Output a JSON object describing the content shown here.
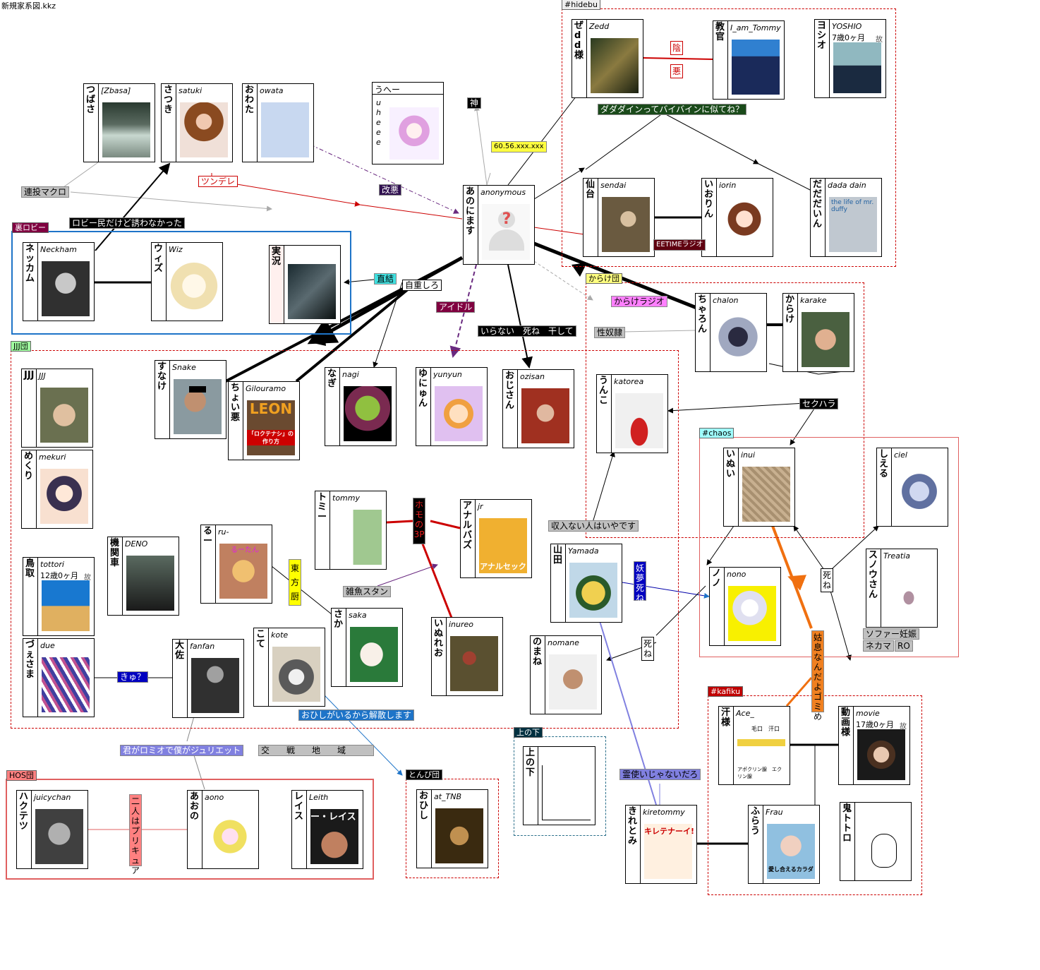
{
  "window_title": "新規家系図.kkz",
  "groups": {
    "hidebu": "#hidebu",
    "ura_lobby": "裏ロビー",
    "jjj": "JJJ団",
    "karake": "からけ団",
    "chaos": "#chaos",
    "kafiku": "#kafiku",
    "hos": "HOS団",
    "tonbi": "とんぴ団",
    "uenoshita": "上の下"
  },
  "nodes": {
    "tsubasa": {
      "name": "つばさ",
      "handle": "[Zbasa]"
    },
    "satsuki": {
      "name": "さつき",
      "handle": "satuki"
    },
    "owata": {
      "name": "おわた",
      "handle": "owata"
    },
    "uhe": {
      "name": "うへー",
      "handle": "uheee"
    },
    "anonymous": {
      "name": "あのにます",
      "handle": "anonymous"
    },
    "zedd": {
      "name": "ぜdd様",
      "handle": "Zedd"
    },
    "kyokan": {
      "name": "教官",
      "handle": "I_am_Tommy"
    },
    "yoshio": {
      "name": "ヨシオ",
      "handle": "YOSHIO",
      "age": "7歳0ヶ月",
      "dead": "故"
    },
    "sendai": {
      "name": "仙台",
      "handle": "sendai"
    },
    "iorin": {
      "name": "いおりん",
      "handle": "iorin"
    },
    "dadadain": {
      "name": "だだだいん",
      "handle": "dada dain"
    },
    "neckham": {
      "name": "ネッカム",
      "handle": "Neckham"
    },
    "wiz": {
      "name": "ウィズ",
      "handle": "Wiz"
    },
    "jikkyo": {
      "name": "実況",
      "handle": ""
    },
    "chaion": {
      "name": "ちゃろん",
      "handle": "chalon"
    },
    "karake": {
      "name": "からけ",
      "handle": "karake"
    },
    "jjj": {
      "name": "JJJ",
      "handle": "JJJ"
    },
    "snake": {
      "name": "すなけ",
      "handle": "Snake"
    },
    "gilouramo": {
      "name": "ちょい悪",
      "handle": "Gilouramo"
    },
    "nagi": {
      "name": "なぎ",
      "handle": "nagi"
    },
    "yunyun": {
      "name": "ゆにゅん",
      "handle": "yunyun"
    },
    "ozisan": {
      "name": "おじさん",
      "handle": "ozisan"
    },
    "katorea": {
      "name": "うんこ",
      "handle": "katorea"
    },
    "mekuri": {
      "name": "めくり",
      "handle": "mekuri"
    },
    "inui": {
      "name": "いぬい",
      "handle": "inui"
    },
    "ciel": {
      "name": "しえる",
      "handle": "ciel"
    },
    "tommy": {
      "name": "トミー",
      "handle": "tommy"
    },
    "jr": {
      "name": "アナルバズ",
      "handle": "jr"
    },
    "deno": {
      "name": "機関車",
      "handle": "DENO"
    },
    "ru": {
      "name": "るー",
      "handle": "ru-"
    },
    "tottori": {
      "name": "鳥取",
      "handle": "tottori",
      "age": "12歳0ヶ月",
      "dead": "故"
    },
    "yamada": {
      "name": "山田",
      "handle": "Yamada"
    },
    "nono": {
      "name": "ノノ",
      "handle": "nono"
    },
    "treatia": {
      "name": "スノウさん",
      "handle": "Treatia"
    },
    "saka": {
      "name": "さか",
      "handle": "saka"
    },
    "inureo": {
      "name": "いぬれお",
      "handle": "inureo"
    },
    "due": {
      "name": "づぇさま",
      "handle": "due"
    },
    "fanfan": {
      "name": "大佐",
      "handle": "fanfan"
    },
    "kote": {
      "name": "こて",
      "handle": "kote"
    },
    "nomane": {
      "name": "のまね",
      "handle": "nomane"
    },
    "ace": {
      "name": "汗様",
      "handle": "Ace_"
    },
    "movie": {
      "name": "動画様",
      "handle": "movie",
      "age": "17歳0ヶ月",
      "dead": "故"
    },
    "juicychan": {
      "name": "ハクテツ",
      "handle": "juicychan"
    },
    "aono": {
      "name": "あおの",
      "handle": "aono"
    },
    "leith": {
      "name": "レイス",
      "handle": "Leith"
    },
    "at_tnb": {
      "name": "おひし",
      "handle": "at_TNB"
    },
    "uenoshita": {
      "name": "上の下",
      "handle": ""
    },
    "kiretommy": {
      "name": "きれとみ",
      "handle": "kiretommy"
    },
    "frau": {
      "name": "ふらう",
      "handle": "Frau"
    },
    "onitotoro": {
      "name": "鬼トトロ",
      "handle": ""
    }
  },
  "labels": {
    "kami": "神",
    "ip": "60.56.xxx.xxx",
    "tsuuto": "連投マクロ",
    "tsundere": "ツンデレ",
    "kaiaku": "改悪",
    "lobby": "ロビー民だけど誘わなかった",
    "dadadain_joke": "ダダダインってバイバインに似てね？",
    "inken": "陰",
    "aku": "悪",
    "eetime": "EETIMEラジオ",
    "chokketsu": "直結",
    "jichou": "自重しろ",
    "idol": "アイドル",
    "iranai": "いらない　死ね　干して",
    "karake_radio": "からけラジオ",
    "seidorei": "性奴隷",
    "sekuhara": "セクハラ",
    "homo3p": "ホモの3P",
    "touhou": "東方厨",
    "zako": "雑魚スタン",
    "shuunyuu": "収入ない人はいやです",
    "yousei": "妖夢死ね",
    "shine1": "死ね",
    "shine2": "死ね",
    "kyu": "きゅ？",
    "ohishi": "おひしがいるから解散します",
    "sofa": "ソファー妊娠",
    "nekama": "ネカマ",
    "ro": "RO",
    "kosoku": "姑息なんだよゴミめ",
    "romeo": "君がロミオで僕がジュリエット",
    "kousen": "交　　戦　　地　　域",
    "precure": "二人はプリキュア",
    "reishi": "霊使いじゃないだろ",
    "ru_pic": "るーたん",
    "jr_pic": "アナルセック",
    "frau_pic": "愛し合えるカラダ",
    "kiretommy_pic": "キレテナーイ!",
    "leon": "LEON",
    "leon_sub": "「ロクテナシ」の作り方",
    "leith_pic": "ー・レイス",
    "ace_mouth": "毛口　汗口",
    "ace_ap": "アポクリン腺　エクリン腺",
    "dadadain_pic": "the life of mr. duffy"
  },
  "colors": {
    "red": "#c00000",
    "blue": "#1e74c8",
    "orange": "#f07010",
    "purple": "#6a2a80",
    "lav": "#8080e0"
  }
}
